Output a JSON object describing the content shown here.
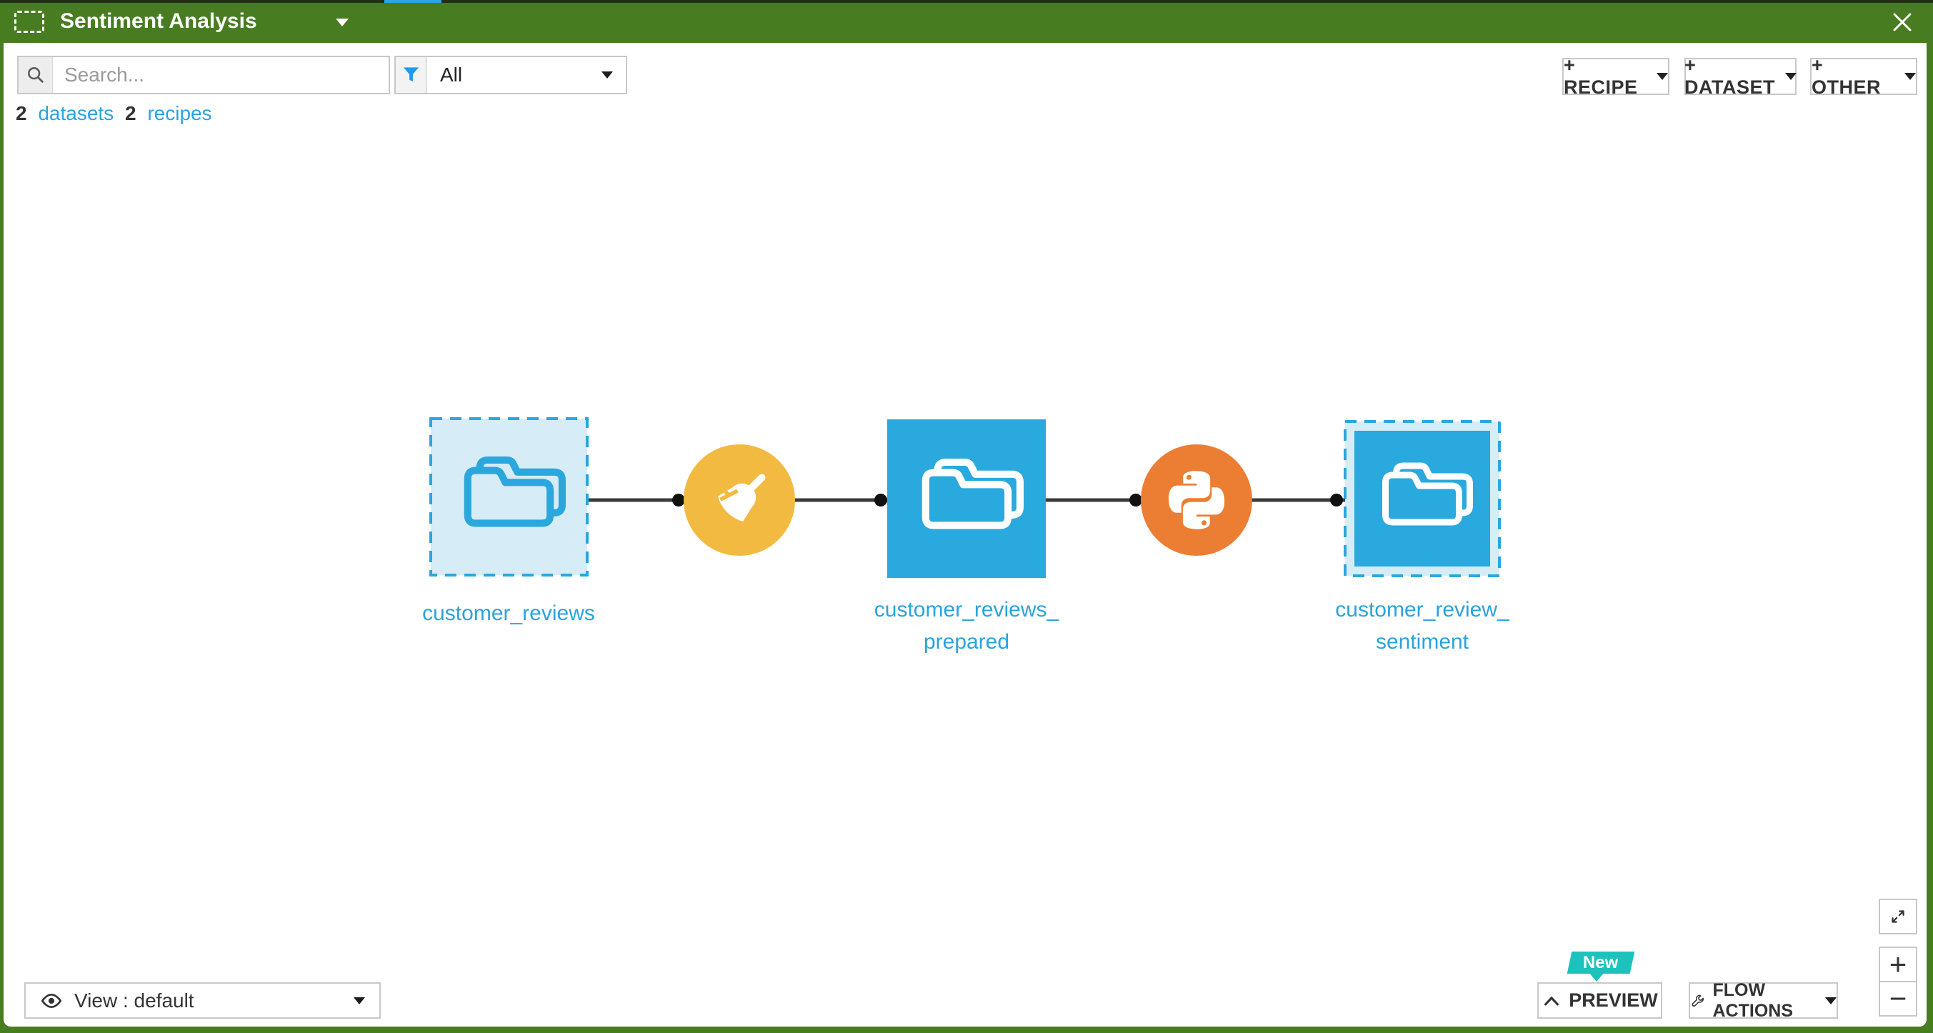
{
  "header": {
    "title": "Sentiment Analysis"
  },
  "toolbar": {
    "search_placeholder": "Search...",
    "filter_value": "All"
  },
  "counts": {
    "datasets_count": "2",
    "datasets_label": "datasets",
    "recipes_count": "2",
    "recipes_label": "recipes"
  },
  "actions": {
    "recipe_label": "+ RECIPE",
    "dataset_label": "+ DATASET",
    "other_label": "+ OTHER"
  },
  "flow": {
    "nodes": [
      {
        "id": "customer_reviews",
        "type": "dataset",
        "state": "empty",
        "label_lines": [
          "customer_reviews"
        ]
      },
      {
        "id": "prepare_recipe",
        "type": "recipe-prepare"
      },
      {
        "id": "customer_reviews_prepared",
        "type": "dataset",
        "state": "built",
        "label_lines": [
          "customer_reviews_",
          "prepared"
        ]
      },
      {
        "id": "python_recipe",
        "type": "recipe-python"
      },
      {
        "id": "customer_review_sentiment",
        "type": "dataset",
        "state": "selected",
        "label_lines": [
          "customer_review_",
          "sentiment"
        ]
      }
    ]
  },
  "footer": {
    "view_label": "View : default",
    "preview_label": "PREVIEW",
    "new_badge": "New",
    "flow_actions_label": "FLOW ACTIONS"
  },
  "zoom_controls": {
    "zoom_in": "+",
    "zoom_out": "−"
  },
  "icons": {
    "flow-dashed-icon": "dashed-rectangle",
    "search-icon": "magnifier",
    "filter-icon": "funnel",
    "close-icon": "x",
    "dataset-icon": "double-folder",
    "prepare-recipe-icon": "broom",
    "python-recipe-icon": "python-logo",
    "view-icon": "eye",
    "preview-icon": "chevron-up",
    "flow-actions-icon": "wrench",
    "fullscreen-icon": "diagonal-arrows"
  },
  "colors": {
    "header_green": "#477c20",
    "dataset_blue": "#29a9dd",
    "dataset_light_blue": "#d6ecf7",
    "prepare_yellow": "#f2ba41",
    "python_orange": "#ec7e33",
    "badge_teal": "#1cc3bd",
    "link_blue": "#2aa3dd",
    "edge_gray": "#3a3a3a"
  }
}
